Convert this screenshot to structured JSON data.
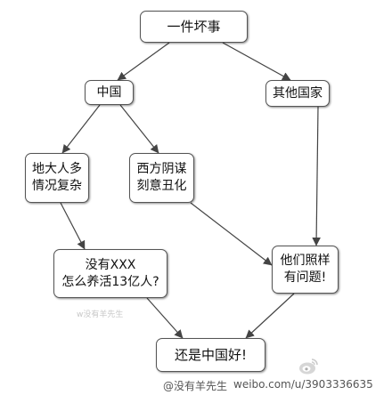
{
  "diagram": {
    "nodes": {
      "bad_thing": "一件坏事",
      "china": "中国",
      "other_countries": "其他国家",
      "big_country": [
        "地大人多",
        "情况复杂"
      ],
      "western_plot": [
        "西方阴谋",
        "刻意丑化"
      ],
      "without_xxx": [
        "没有XXX",
        "怎么养活13亿人?"
      ],
      "they_also": [
        "他们照样",
        "有问题!"
      ],
      "conclusion": "还是中国好!"
    }
  },
  "watermarks": {
    "center": "w没有羊先生",
    "author": "@没有羊先生",
    "url": "weibo.com/u/3903336635"
  },
  "icons": {
    "watermark_logo": "weibo-logo-icon"
  },
  "colors": {
    "background": "#ffffff",
    "node_border": "#555555",
    "arrow": "#444444",
    "text": "#111111",
    "watermark": "#999999"
  }
}
